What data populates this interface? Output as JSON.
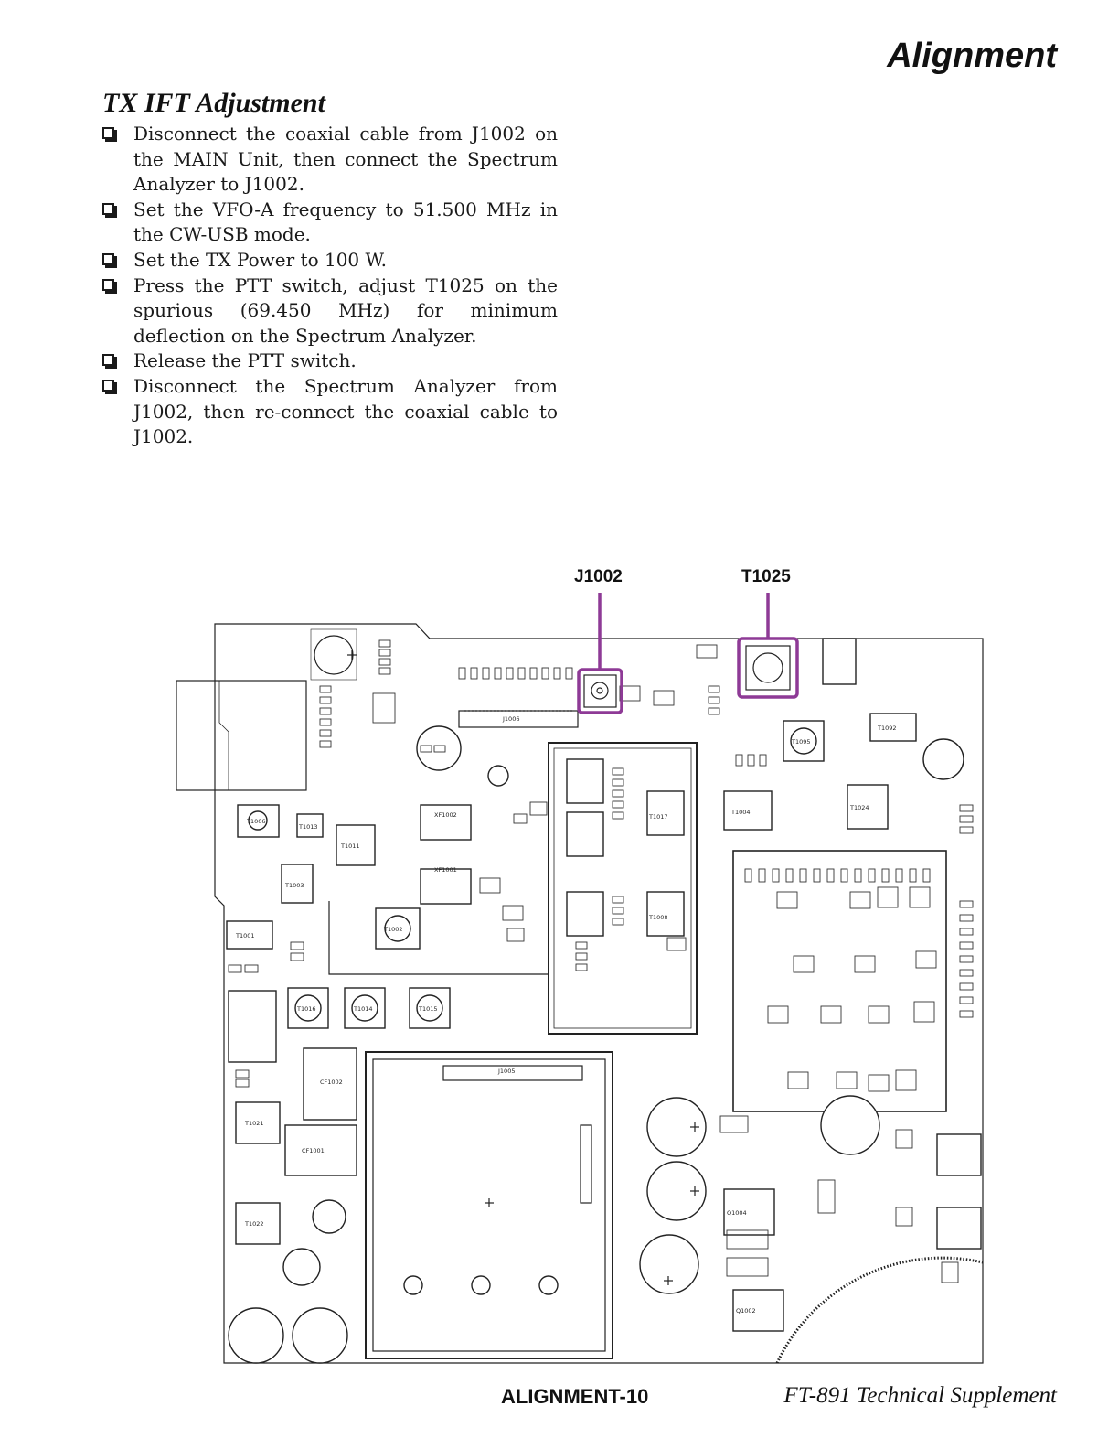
{
  "header": {
    "title": "Alignment"
  },
  "section": {
    "title": "TX IFT Adjustment",
    "steps": [
      "Disconnect the coaxial cable from J1002 on the MAIN Unit, then connect the Spectrum Analyzer to J1002.",
      "Set the VFO-A frequency to 51.500 MHz in the CW-USB mode.",
      "Set the TX Power to 100 W.",
      "Press the PTT switch, adjust T1025 on the spurious (69.450 MHz) for minimum deflection on the Spectrum Analyzer.",
      "Release the PTT switch.",
      "Disconnect the Spectrum Analyzer from J1002, then re-connect the coaxial cable to J1002."
    ]
  },
  "diagram": {
    "callouts": [
      {
        "label": "J1002"
      },
      {
        "label": "T1025"
      }
    ],
    "highlight_color": "#8e3a96",
    "component_labels": [
      "T1006",
      "T1013",
      "T1011",
      "T1001",
      "T1003",
      "T1016",
      "T1014",
      "T1015",
      "T1021",
      "T1022",
      "T1002",
      "T1017",
      "T1008",
      "T1004",
      "T1024",
      "T1092",
      "T1095",
      "J1006",
      "J1005",
      "XF1002",
      "XF1001",
      "CF1001",
      "CF1002",
      "Q1004",
      "Q1002"
    ]
  },
  "footer": {
    "page_label": "ALIGNMENT-10",
    "document_title": "FT-891 Technical Supplement"
  }
}
